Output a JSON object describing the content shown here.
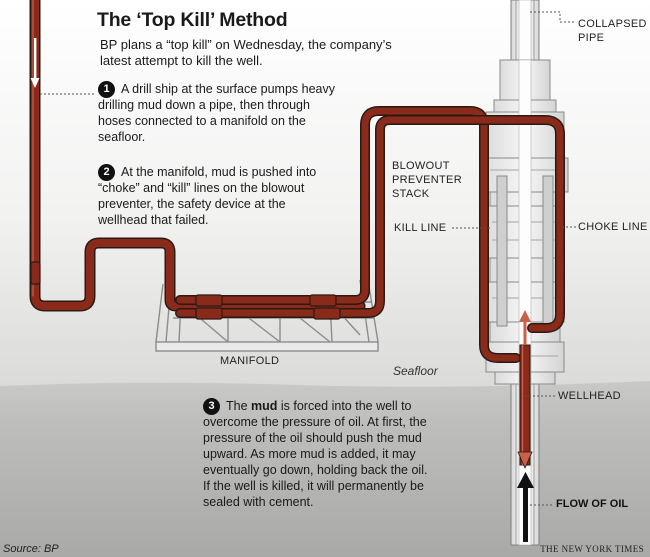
{
  "header": {
    "title": "The ‘Top Kill’ Method",
    "intro": "BP plans a “top kill” on Wednesday, the company’s latest attempt to kill the well."
  },
  "steps": [
    {
      "number": "1",
      "text": "A drill ship at the surface pumps heavy drilling mud down a pipe, then through hoses connected to a manifold on the seafloor."
    },
    {
      "number": "2",
      "text": "At the manifold, mud is pushed into “choke” and “kill” lines on the blowout preventer, the safety device at the wellhead that failed."
    },
    {
      "number": "3",
      "text_before": "The ",
      "text_bold": "mud",
      "text_after": " is forced into the well to overcome the pressure of oil. At first, the pressure of the oil should push the mud upward. As more mud is added, it may eventually go down, holding back the oil. If the well is killed, it will permanently be sealed with cement."
    }
  ],
  "labels": {
    "collapsed_pipe": "COLLAPSED PIPE",
    "blowout_preventer": "BLOWOUT PREVENTER STACK",
    "kill_line": "KILL LINE",
    "choke_line": "CHOKE LINE",
    "manifold": "MANIFOLD",
    "seafloor": "Seafloor",
    "wellhead": "WELLHEAD",
    "flow_of_oil": "FLOW OF OIL"
  },
  "footer": {
    "source": "Source: BP",
    "credit": "THE NEW YORK TIMES"
  },
  "colors": {
    "mud": "#8a2a1a",
    "mud_highlight": "#c8604a",
    "pipe_outline": "#2a1a14",
    "equipment": "#e8e8e8",
    "equipment_outline": "#8c8c8c",
    "sea_bottom": "#b8b8b6",
    "oil_arrow": "#111111"
  }
}
